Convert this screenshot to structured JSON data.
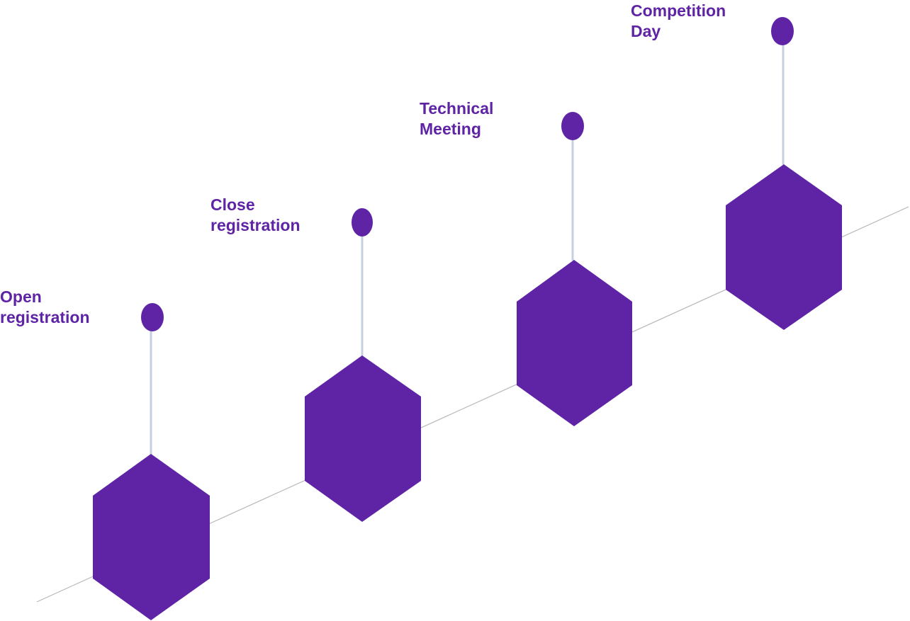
{
  "colors": {
    "accent": "#5e24a5",
    "connector": "#c5cfe2",
    "baseline": "#b8b8b8",
    "background": "#ffffff"
  },
  "steps": [
    {
      "line1": "Open",
      "line2": "registration"
    },
    {
      "line1": "Close",
      "line2": "registration"
    },
    {
      "line1": "Technical",
      "line2": "Meeting"
    },
    {
      "line1": "Competition",
      "line2": "Day"
    }
  ]
}
